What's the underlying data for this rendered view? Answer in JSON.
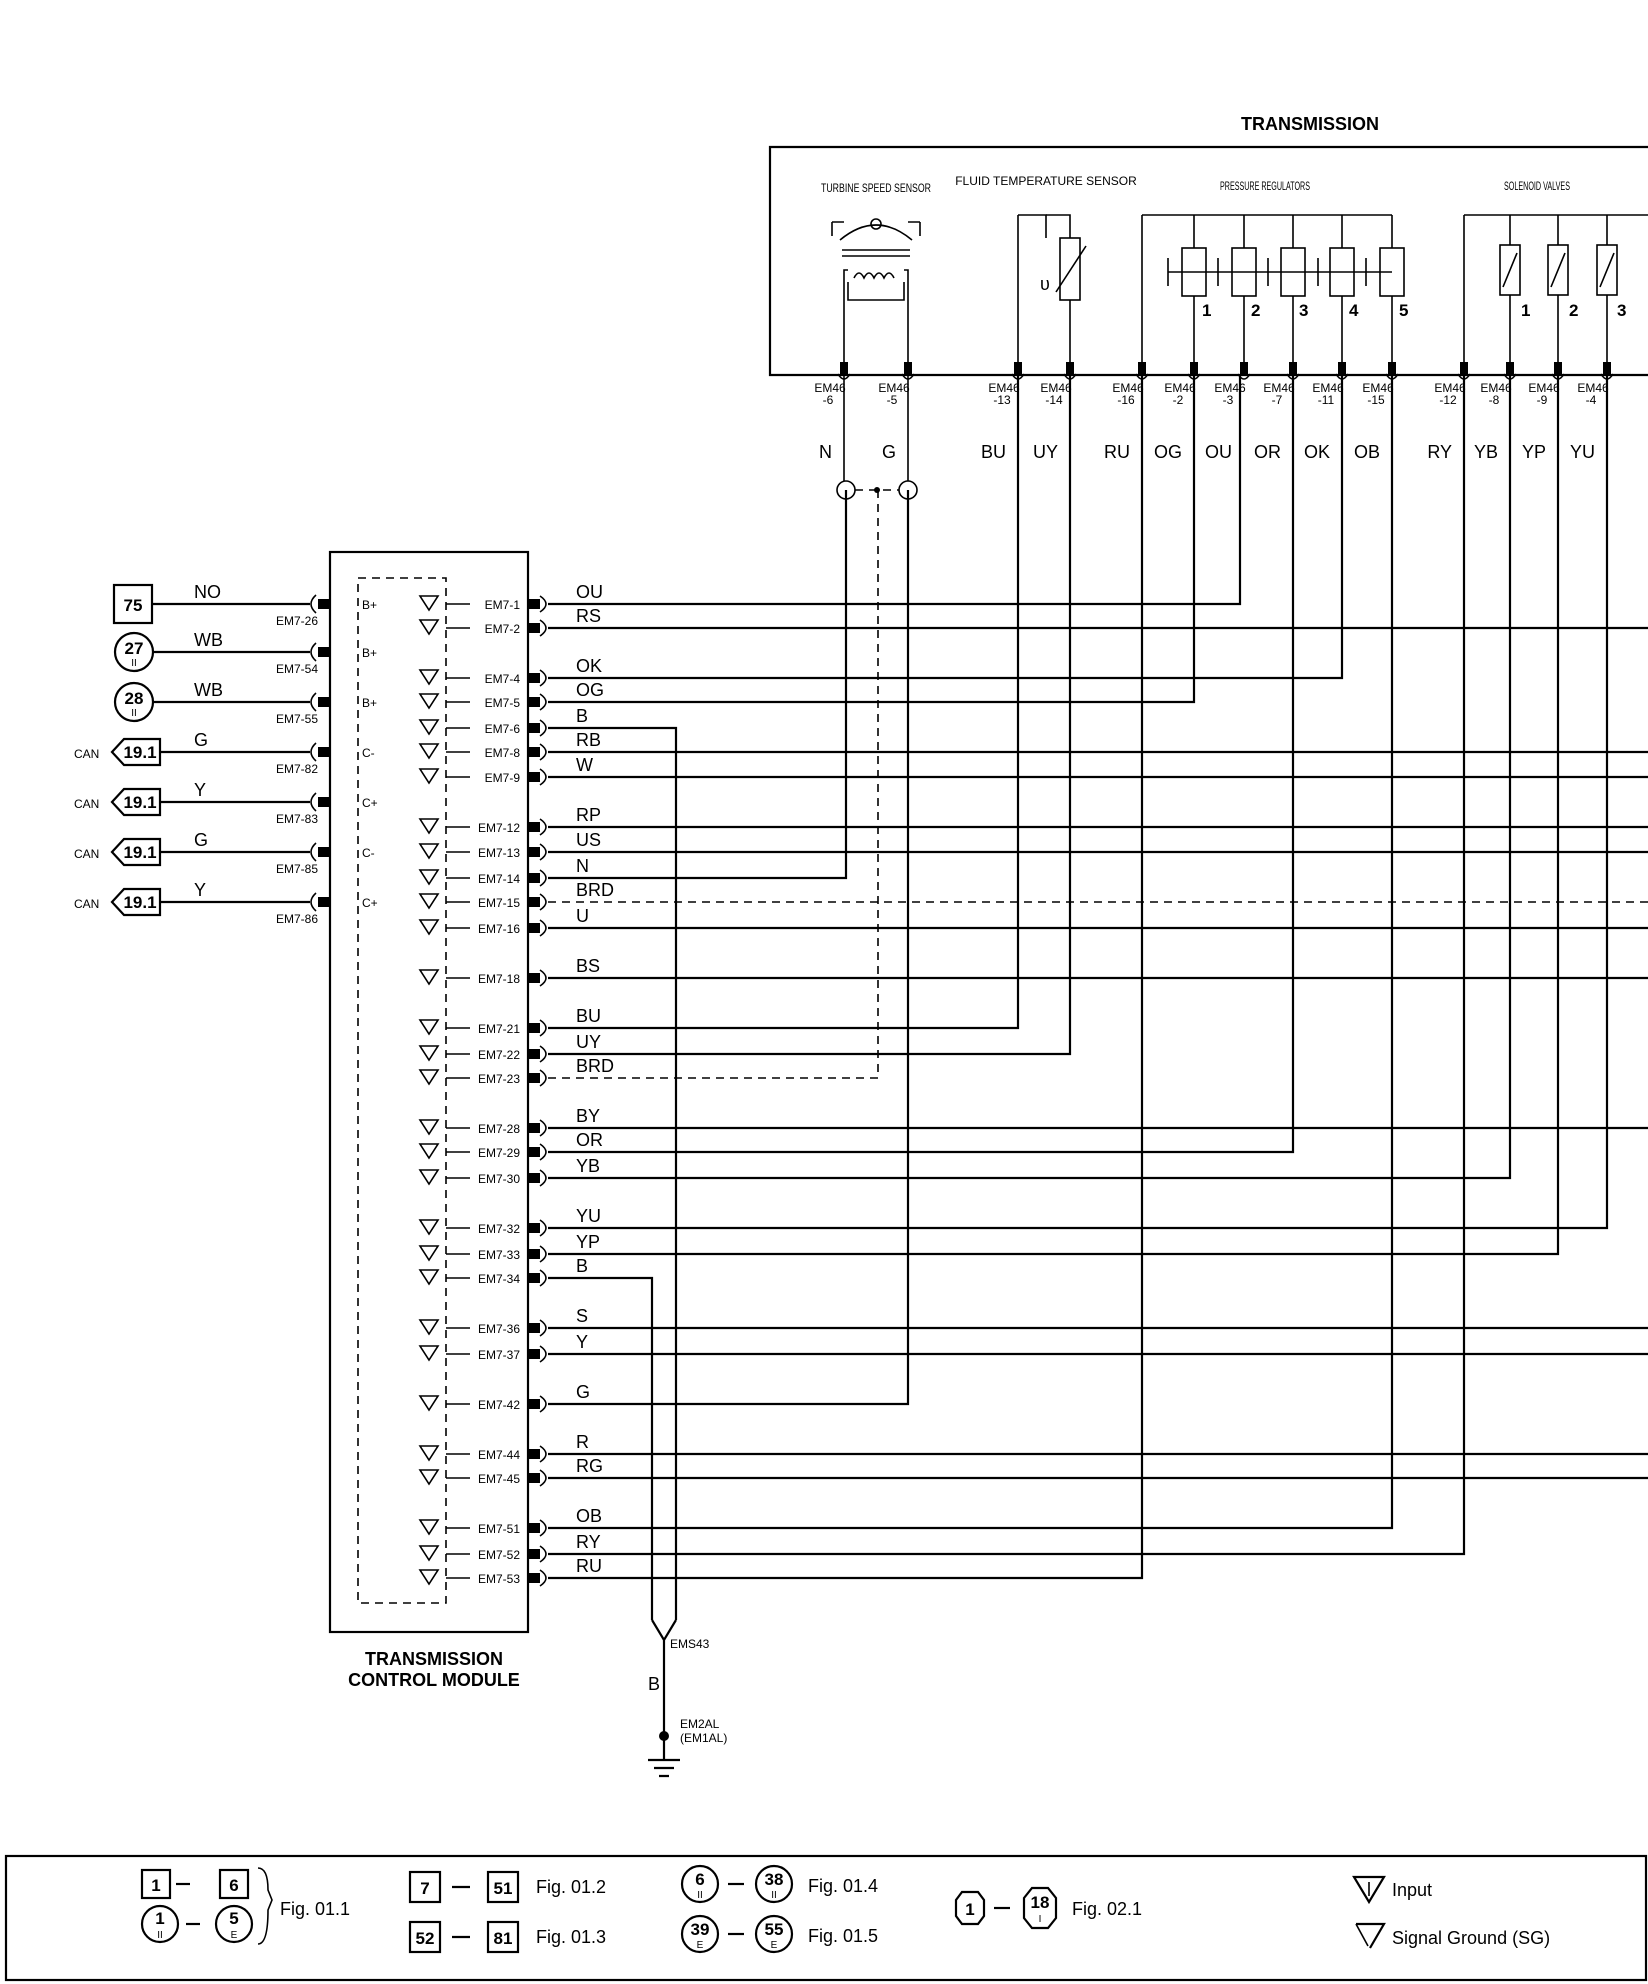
{
  "transmission": {
    "title": "TRANSMISSION",
    "components": {
      "turbine_speed_sensor": "TURBINE SPEED SENSOR",
      "fluid_temperature_sensor": "FLUID TEMPERATURE SENSOR",
      "pressure_regulators": "PRESSURE REGULATORS",
      "solenoid_valves": "SOLENOID VALVES"
    },
    "regulator_numbers": [
      "1",
      "2",
      "3",
      "4",
      "5"
    ],
    "solenoid_numbers": [
      "1",
      "2",
      "3"
    ],
    "connectors": [
      {
        "pin": "EM46\n-6",
        "wire": "N"
      },
      {
        "pin": "EM46\n-5",
        "wire": "G"
      },
      {
        "pin": "EM46\n-13",
        "wire": "BU"
      },
      {
        "pin": "EM46\n-14",
        "wire": "UY"
      },
      {
        "pin": "EM46\n-16",
        "wire": "RU"
      },
      {
        "pin": "EM46\n-2",
        "wire": "OG"
      },
      {
        "pin": "EM46\n-3",
        "wire": "OU"
      },
      {
        "pin": "EM46\n-7",
        "wire": "OR"
      },
      {
        "pin": "EM46\n-11",
        "wire": "OK"
      },
      {
        "pin": "EM46\n-15",
        "wire": "OB"
      },
      {
        "pin": "EM46\n-12",
        "wire": "RY"
      },
      {
        "pin": "EM46\n-8",
        "wire": "YB"
      },
      {
        "pin": "EM46\n-9",
        "wire": "YP"
      },
      {
        "pin": "EM46\n-4",
        "wire": "YU"
      }
    ]
  },
  "tcm": {
    "title_line1": "TRANSMISSION",
    "title_line2": "CONTROL MODULE",
    "left_inputs": [
      {
        "ref": "75",
        "wire": "NO",
        "pin": "EM7-26",
        "label": "B+"
      },
      {
        "ref": "27",
        "sub": "II",
        "wire": "WB",
        "pin": "EM7-54",
        "label": "B+"
      },
      {
        "ref": "28",
        "sub": "II",
        "wire": "WB",
        "pin": "EM7-55",
        "label": "B+"
      },
      {
        "can": "CAN",
        "ref": "19.1",
        "wire": "G",
        "pin": "EM7-82",
        "label": "C-"
      },
      {
        "can": "CAN",
        "ref": "19.1",
        "wire": "Y",
        "pin": "EM7-83",
        "label": "C+"
      },
      {
        "can": "CAN",
        "ref": "19.1",
        "wire": "G",
        "pin": "EM7-85",
        "label": "C-"
      },
      {
        "can": "CAN",
        "ref": "19.1",
        "wire": "Y",
        "pin": "EM7-86",
        "label": "C+"
      }
    ],
    "right_pins": [
      {
        "pin": "EM7-1",
        "wire": "OU"
      },
      {
        "pin": "EM7-2",
        "wire": "RS"
      },
      {
        "pin": "EM7-4",
        "wire": "OK"
      },
      {
        "pin": "EM7-5",
        "wire": "OG"
      },
      {
        "pin": "EM7-6",
        "wire": "B"
      },
      {
        "pin": "EM7-8",
        "wire": "RB"
      },
      {
        "pin": "EM7-9",
        "wire": "W"
      },
      {
        "pin": "EM7-12",
        "wire": "RP"
      },
      {
        "pin": "EM7-13",
        "wire": "US"
      },
      {
        "pin": "EM7-14",
        "wire": "N"
      },
      {
        "pin": "EM7-15",
        "wire": "BRD"
      },
      {
        "pin": "EM7-16",
        "wire": "U"
      },
      {
        "pin": "EM7-18",
        "wire": "BS"
      },
      {
        "pin": "EM7-21",
        "wire": "BU"
      },
      {
        "pin": "EM7-22",
        "wire": "UY"
      },
      {
        "pin": "EM7-23",
        "wire": "BRD"
      },
      {
        "pin": "EM7-28",
        "wire": "BY"
      },
      {
        "pin": "EM7-29",
        "wire": "OR"
      },
      {
        "pin": "EM7-30",
        "wire": "YB"
      },
      {
        "pin": "EM7-32",
        "wire": "YU"
      },
      {
        "pin": "EM7-33",
        "wire": "YP"
      },
      {
        "pin": "EM7-34",
        "wire": "B"
      },
      {
        "pin": "EM7-36",
        "wire": "S"
      },
      {
        "pin": "EM7-37",
        "wire": "Y"
      },
      {
        "pin": "EM7-42",
        "wire": "G"
      },
      {
        "pin": "EM7-44",
        "wire": "R"
      },
      {
        "pin": "EM7-45",
        "wire": "RG"
      },
      {
        "pin": "EM7-51",
        "wire": "OB"
      },
      {
        "pin": "EM7-52",
        "wire": "RY"
      },
      {
        "pin": "EM7-53",
        "wire": "RU"
      }
    ]
  },
  "ground": {
    "splice": "EMS43",
    "wire": "B",
    "ground_point_line1": "EM2AL",
    "ground_point_line2": "(EM1AL)"
  },
  "legend": {
    "fig011": "Fig. 01.1",
    "fig012": "Fig. 01.2",
    "fig013": "Fig. 01.3",
    "fig014": "Fig. 01.4",
    "fig015": "Fig. 01.5",
    "fig021": "Fig. 02.1",
    "box_1": "1",
    "box_6": "6",
    "box_7": "7",
    "box_51": "51",
    "box_52": "52",
    "box_81": "81",
    "circ_1": "1",
    "circ_1_sub": "II",
    "circ_5": "5",
    "circ_5_sub": "E",
    "circ_6": "6",
    "circ_6_sub": "II",
    "circ_38": "38",
    "circ_38_sub": "II",
    "circ_39": "39",
    "circ_39_sub": "E",
    "circ_55": "55",
    "circ_55_sub": "E",
    "oct_1": "1",
    "oct_18": "18",
    "oct_18_sub": "I",
    "input_label": "Input",
    "sg_label": "Signal Ground (SG)"
  }
}
